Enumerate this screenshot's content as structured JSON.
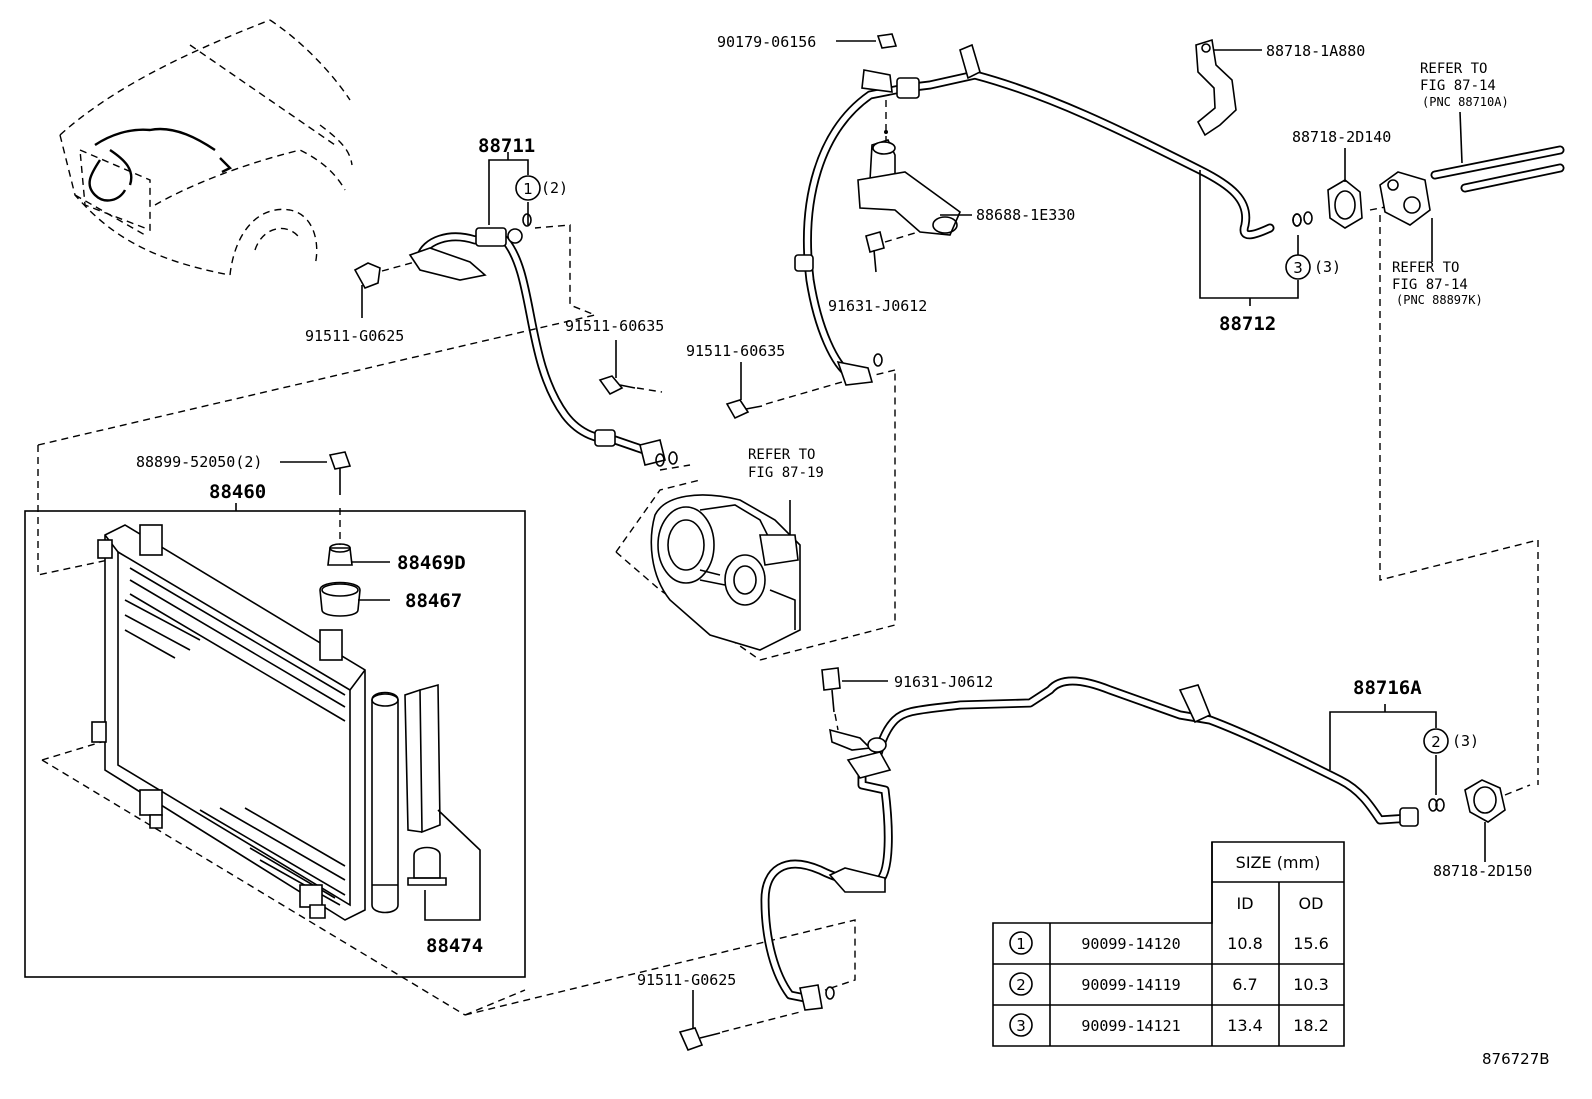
{
  "labels": {
    "p90179": "90179-06156",
    "p88718_1A880": "88718-1A880",
    "refer_a_1": "REFER TO",
    "refer_a_2": "FIG 87-14",
    "refer_a_3": "(PNC 88710A)",
    "p88711": "88711",
    "circle1_qty": "(2)",
    "p88718_2D140": "88718-2D140",
    "p88688": "88688-1E330",
    "refer_b_1": "REFER TO",
    "refer_b_2": "FIG 87-14",
    "refer_b_3": "(PNC 88897K)",
    "circle3_qty": "(3)",
    "p91631_top": "91631-J0612",
    "p91511_G0625_top": "91511-G0625",
    "p88712": "88712",
    "p91511_60635_a": "91511-60635",
    "p91511_60635_b": "91511-60635",
    "p88899": "88899-52050(2)",
    "refer_c_1": "REFER TO",
    "refer_c_2": "FIG 87-19",
    "p88460": "88460",
    "p88469D": "88469D",
    "p88467": "88467",
    "p91631_bottom": "91631-J0612",
    "p88716A": "88716A",
    "circle2_qty": "(3)",
    "p88718_2D150": "88718-2D150",
    "p88474": "88474",
    "p91511_G0625_bottom": "91511-G0625",
    "circle_1": "1",
    "circle_2": "2",
    "circle_3": "3"
  },
  "size_table": {
    "header": "SIZE (mm)",
    "col_id": "ID",
    "col_od": "OD",
    "rows": [
      {
        "mark": "1",
        "part": "90099-14120",
        "id": "10.8",
        "od": "15.6"
      },
      {
        "mark": "2",
        "part": "90099-14119",
        "id": "6.7",
        "od": "10.3"
      },
      {
        "mark": "3",
        "part": "90099-14121",
        "id": "13.4",
        "od": "18.2"
      }
    ]
  },
  "drawing_number": "876727B"
}
